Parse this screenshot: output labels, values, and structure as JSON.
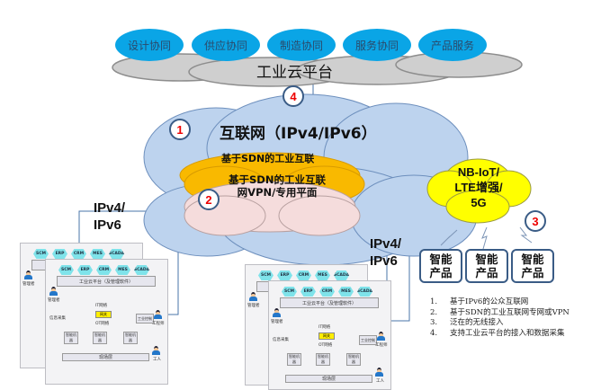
{
  "services": [
    "设计协同",
    "供应协同",
    "制造协同",
    "服务协同",
    "产品服务"
  ],
  "cloud_platform": {
    "title": "工业云平台",
    "color": "#cfcfcf"
  },
  "internet": {
    "title": "互联网（IPv4/IPv6）",
    "color": "#bdd3ee"
  },
  "sdn_back": {
    "title": "基于SDN的工业互联",
    "color": "#f9b900"
  },
  "sdn_front": {
    "line1": "基于SDN的工业互联",
    "line2": "网VPN/专用平面",
    "color": "#f5dcdc"
  },
  "wireless": {
    "line1": "NB-IoT/",
    "line2": "LTE增强/",
    "line3": "5G",
    "color": "#ffff00"
  },
  "badges": [
    "1",
    "2",
    "3",
    "4"
  ],
  "ip_labels": [
    {
      "line1": "IPv4/",
      "line2": "IPv6"
    },
    {
      "line1": "IPv4/",
      "line2": "IPv6"
    }
  ],
  "products": [
    {
      "line1": "智能",
      "line2": "产品"
    },
    {
      "line1": "智能",
      "line2": "产品"
    },
    {
      "line1": "智能",
      "line2": "产品"
    }
  ],
  "factory": {
    "apps": [
      "SCM",
      "ERP",
      "CRM",
      "MES",
      "SCADA"
    ],
    "platform_label": "工业云平台（及管理软件）",
    "manager": "管理者",
    "engineer": "工程师",
    "worker": "工人",
    "it_net": "IT网络",
    "ot_net": "OT网络",
    "gateway": "网关",
    "control": "工业控制",
    "device": "智能机器",
    "field": "现场层",
    "collect": "信息采集"
  },
  "legend": [
    {
      "num": "1.",
      "text": "基于IPv6的公众互联网"
    },
    {
      "num": "2.",
      "text": "基于SDN的工业互联网专网或VPN"
    },
    {
      "num": "3.",
      "text": "泛在的无线接入"
    },
    {
      "num": "4.",
      "text": "支持工业云平台的接入和数据采集"
    }
  ]
}
